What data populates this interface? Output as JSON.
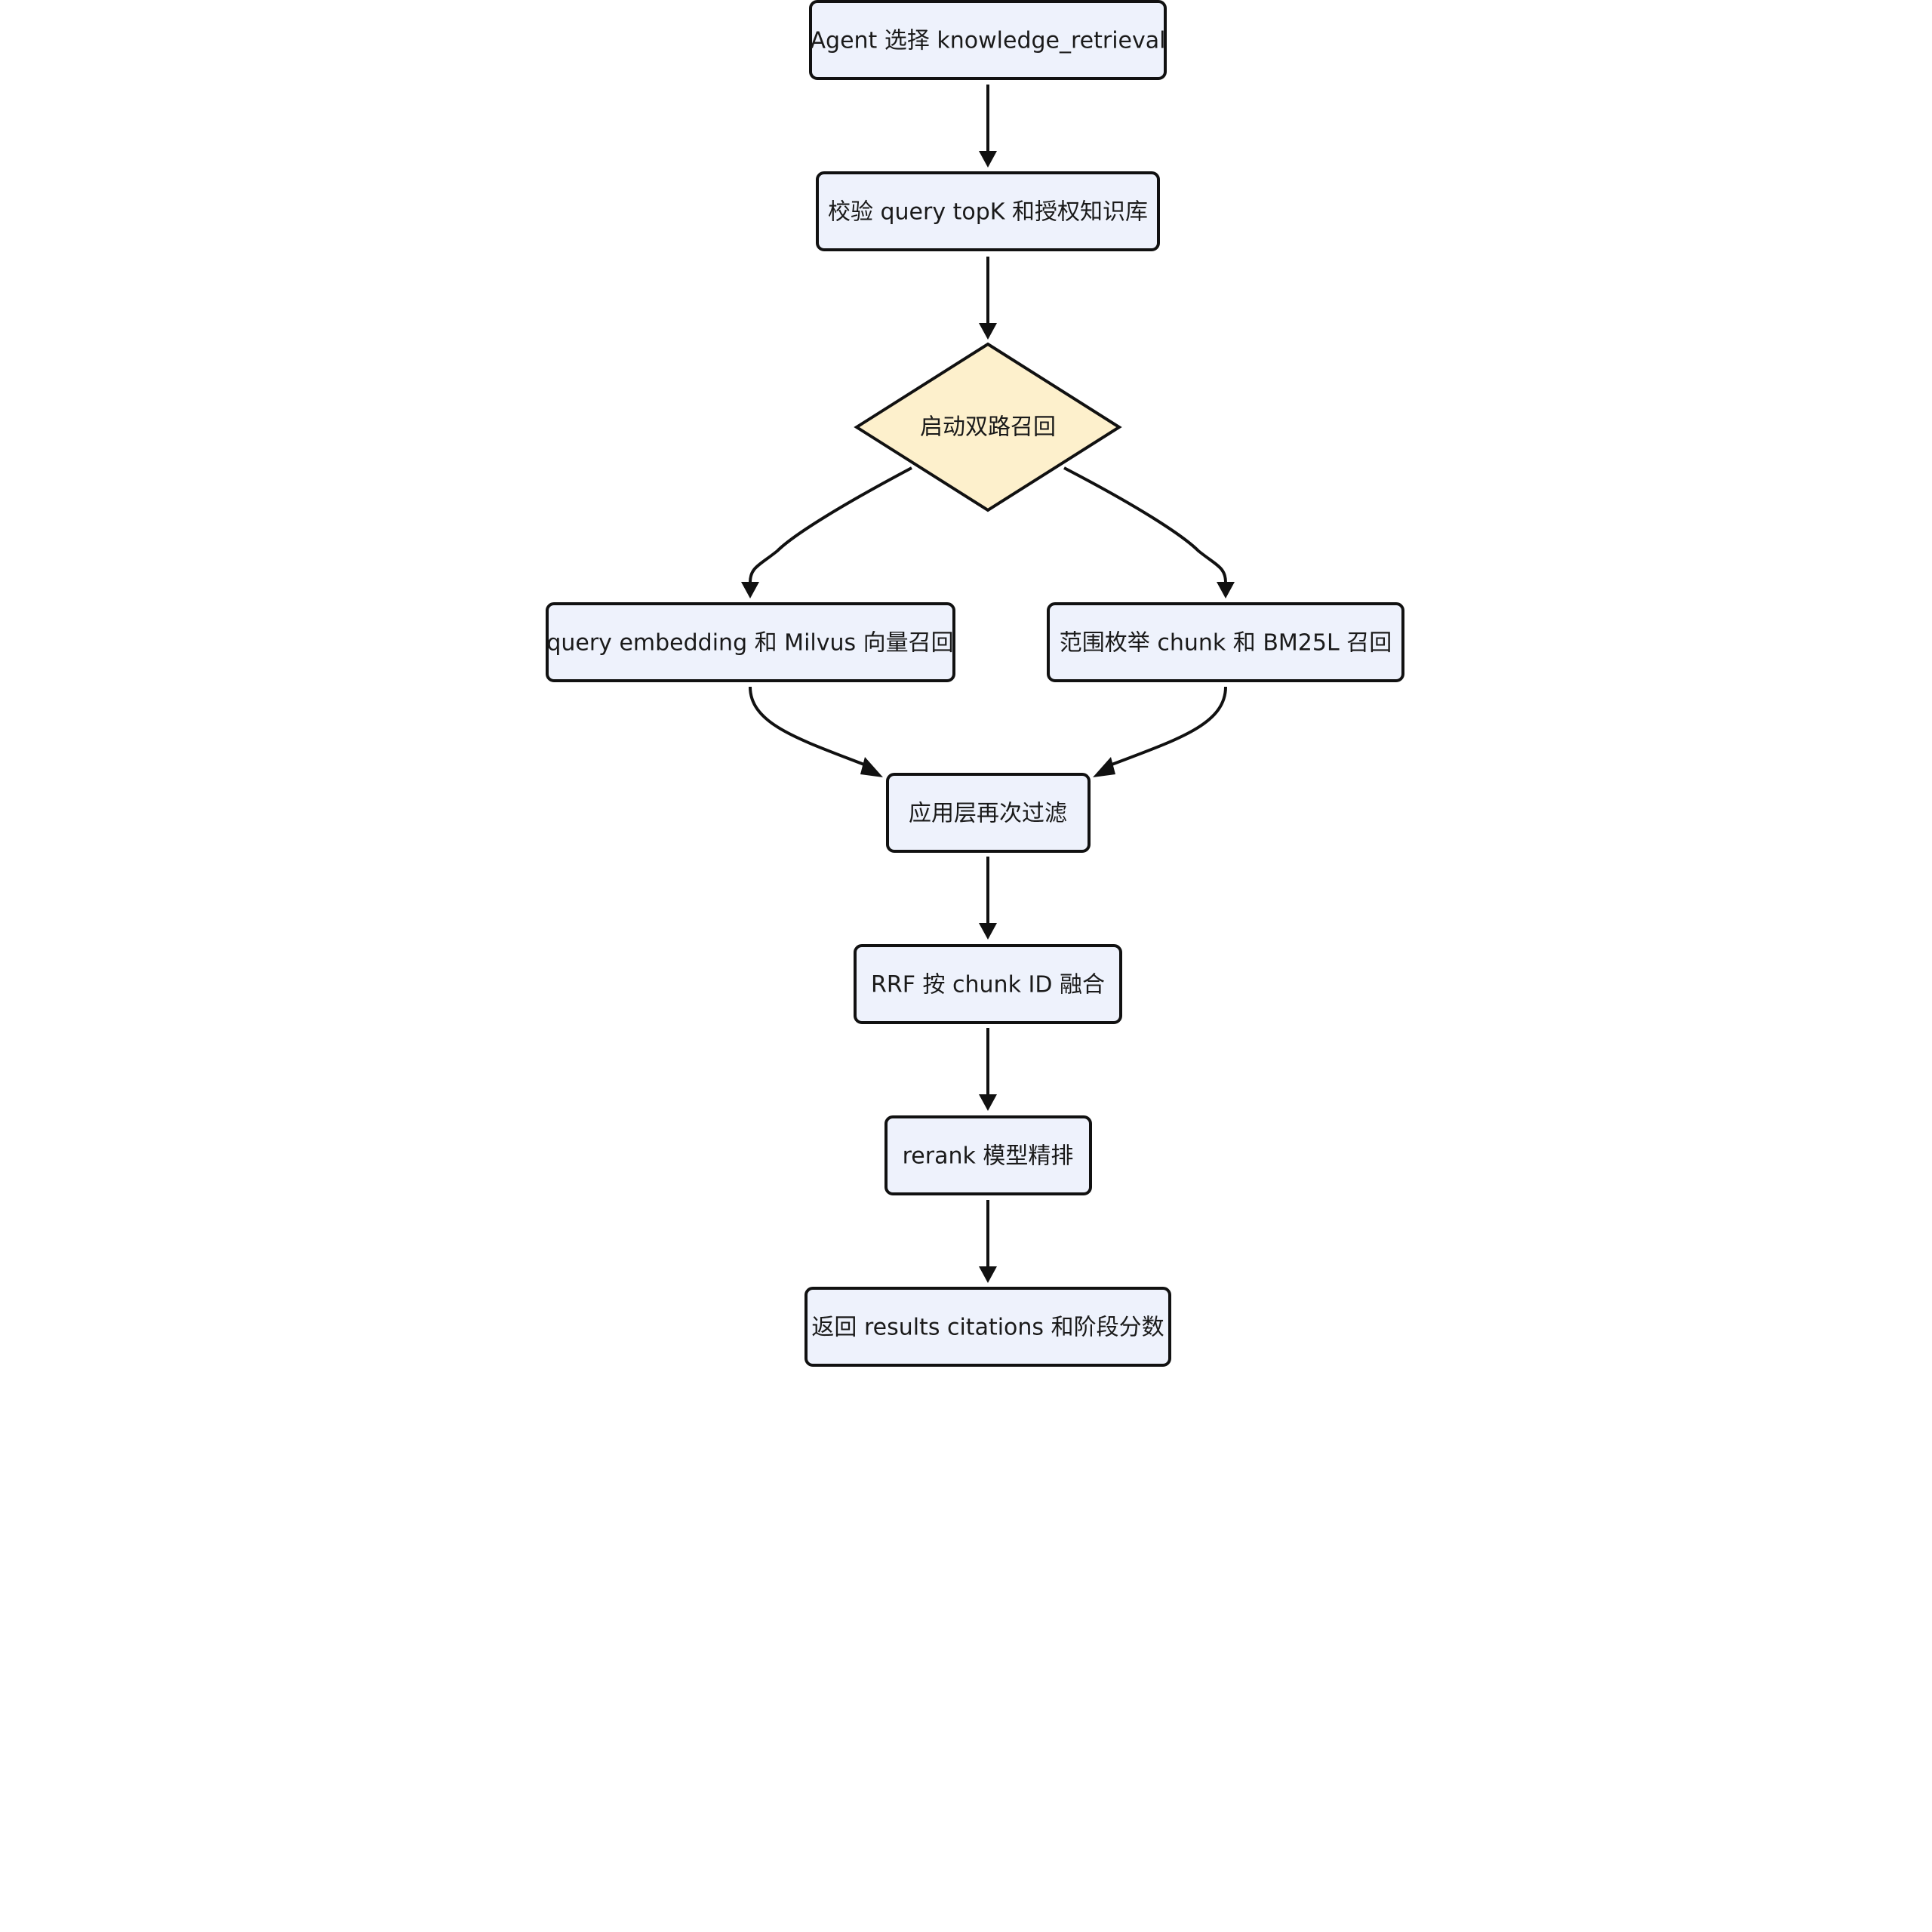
{
  "nodes": {
    "agent_select": "Agent 选择 knowledge_retrieval",
    "validate": "校验 query topK 和授权知识库",
    "dual_recall": "启动双路召回",
    "vector_recall": "query embedding 和 Milvus 向量召回",
    "bm25_recall": "范围枚举 chunk 和 BM25L 召回",
    "app_filter": "应用层再次过滤",
    "rrf_fuse": "RRF 按 chunk ID 融合",
    "rerank": "rerank 模型精排",
    "return_results": "返回 results citations 和阶段分数"
  },
  "edges": [
    {
      "from": "agent_select",
      "to": "validate"
    },
    {
      "from": "validate",
      "to": "dual_recall"
    },
    {
      "from": "dual_recall",
      "to": "vector_recall"
    },
    {
      "from": "dual_recall",
      "to": "bm25_recall"
    },
    {
      "from": "vector_recall",
      "to": "app_filter"
    },
    {
      "from": "bm25_recall",
      "to": "app_filter"
    },
    {
      "from": "app_filter",
      "to": "rrf_fuse"
    },
    {
      "from": "rrf_fuse",
      "to": "rerank"
    },
    {
      "from": "rerank",
      "to": "return_results"
    }
  ],
  "colors": {
    "box_fill": "#eef2fc",
    "decision_fill": "#fdf0cc",
    "stroke": "#111111"
  }
}
